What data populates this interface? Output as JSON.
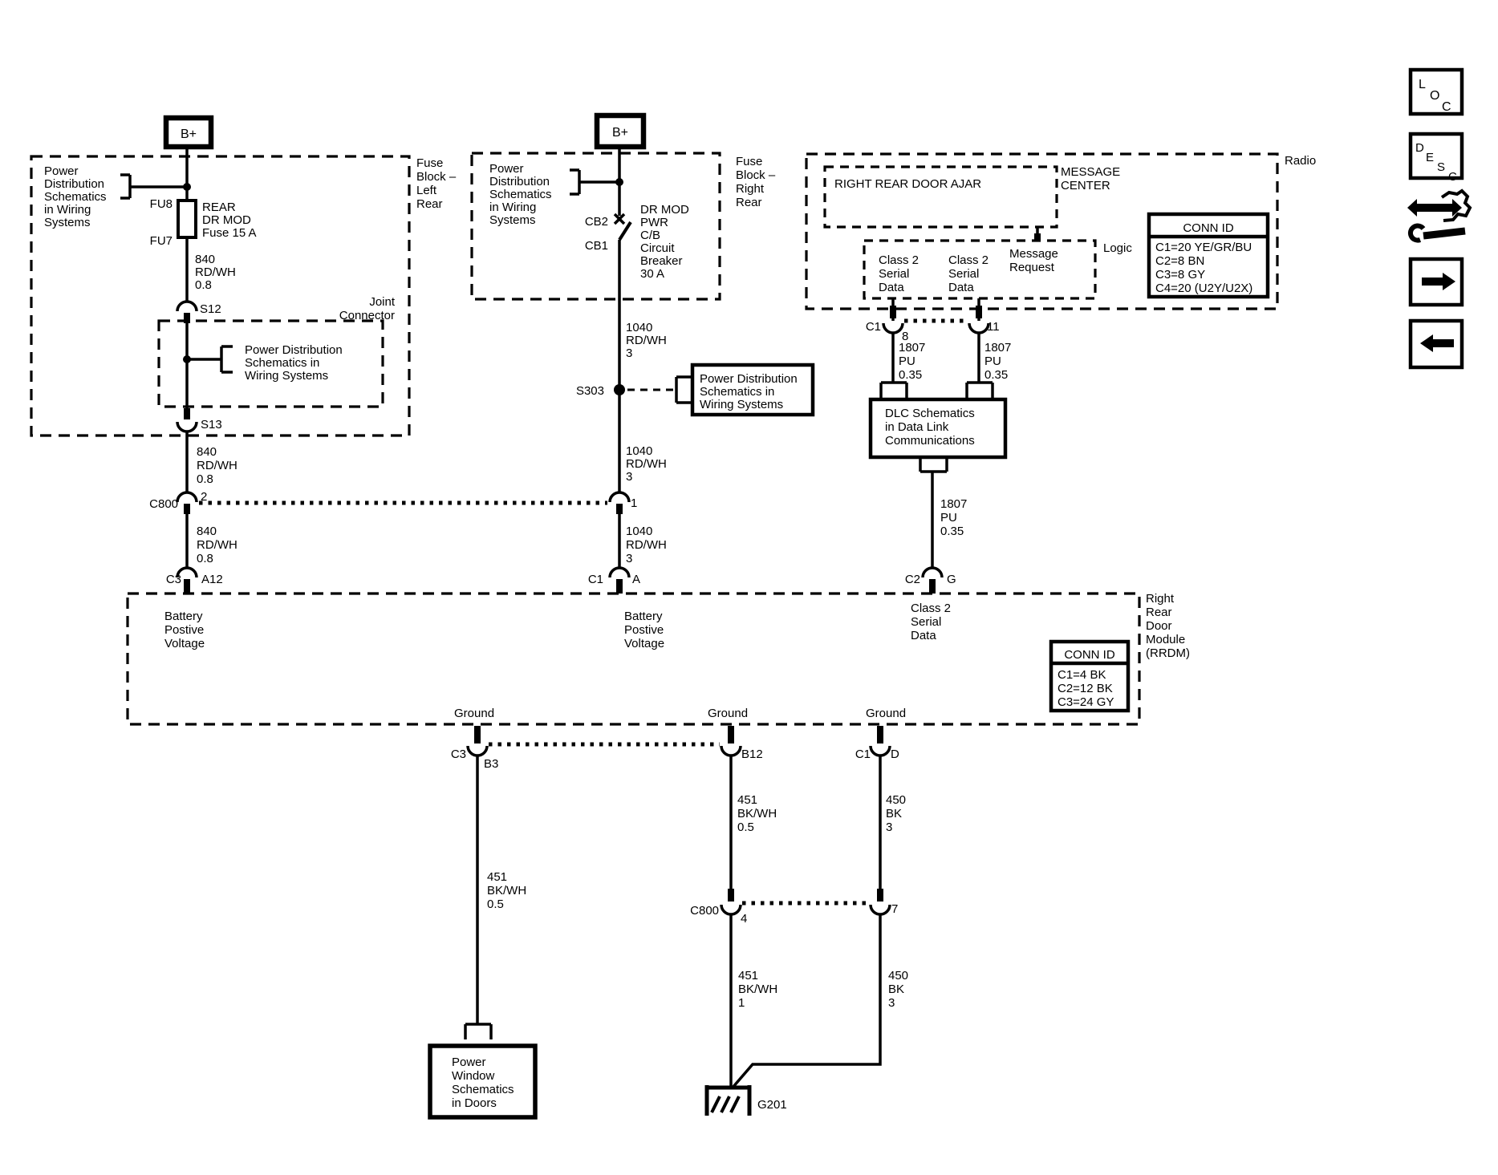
{
  "colors": {
    "ink": "#000000",
    "paper": "#ffffff"
  },
  "toolbar": {
    "loc": [
      "L",
      "O",
      "C"
    ],
    "desc": [
      "D",
      "E",
      "S",
      "C"
    ],
    "icon_names": [
      "loc-button",
      "desc-button",
      "wrench-arrows-icon",
      "next-arrow-button",
      "back-arrow-button"
    ]
  },
  "left": {
    "bplus": "B+",
    "fuse_block": [
      "Fuse",
      "Block –",
      "Left",
      "Rear"
    ],
    "pds": [
      "Power",
      "Distribution",
      "Schematics",
      "in Wiring",
      "Systems"
    ],
    "fu8": "FU8",
    "fu7": "FU7",
    "fuse_name": [
      "REAR",
      "DR MOD",
      "Fuse 15 A"
    ],
    "wire_840": [
      "840",
      "RD/WH",
      "0.8"
    ],
    "s12": "S12",
    "joint": [
      "Joint",
      "Connector"
    ],
    "joint_pds": [
      "Power Distribution",
      "Schematics in",
      "Wiring Systems"
    ],
    "s13": "S13",
    "c800": "C800",
    "pin2": "2",
    "c3": "C3",
    "a12": "A12"
  },
  "middle": {
    "bplus": "B+",
    "fuse_block": [
      "Fuse",
      "Block –",
      "Right",
      "Rear"
    ],
    "pds": [
      "Power",
      "Distribution",
      "Schematics",
      "in Wiring",
      "Systems"
    ],
    "cb2": "CB2",
    "cb1": "CB1",
    "breaker": [
      "DR MOD",
      "PWR",
      "C/B",
      "Circuit",
      "Breaker",
      "30 A"
    ],
    "wire_1040": [
      "1040",
      "RD/WH",
      "3"
    ],
    "s303": "S303",
    "pds_ref": [
      "Power Distribution",
      "Schematics in",
      "Wiring Systems"
    ],
    "pin1": "1",
    "c1": "C1",
    "a": "A"
  },
  "radio": {
    "label": "Radio",
    "door_ajar": "RIGHT REAR DOOR AJAR",
    "message_center": [
      "MESSAGE",
      "CENTER"
    ],
    "logic": "Logic",
    "class2": [
      "Class 2",
      "Serial",
      "Data"
    ],
    "message_request": [
      "Message",
      "Request"
    ],
    "conn_id": {
      "title": "CONN ID",
      "rows": [
        "C1=20 YE/GR/BU",
        "C2=8 BN",
        "C3=8 GY",
        "C4=20 (U2Y/U2X)"
      ]
    },
    "c1": "C1",
    "pin8": "8",
    "pin11": "11",
    "wire_1807": [
      "1807",
      "PU",
      "0.35"
    ],
    "dlc": [
      "DLC Schematics",
      "in Data Link",
      "Communications"
    ],
    "c2": "C2",
    "g": "G"
  },
  "rrdm": {
    "label": [
      "Right",
      "Rear",
      "Door",
      "Module",
      "(RRDM)"
    ],
    "battery": [
      "Battery",
      "Postive",
      "Voltage"
    ],
    "class2": [
      "Class 2",
      "Serial",
      "Data"
    ],
    "ground": "Ground",
    "conn_id": {
      "title": "CONN ID",
      "rows": [
        "C1=4 BK",
        "C2=12 BK",
        "C3=24 GY"
      ]
    }
  },
  "bottom": {
    "c3": "C3",
    "b3": "B3",
    "b12": "B12",
    "c1": "C1",
    "d": "D",
    "wire_451_05": [
      "451",
      "BK/WH",
      "0.5"
    ],
    "wire_450": [
      "450",
      "BK",
      "3"
    ],
    "c800": "C800",
    "pin4": "4",
    "pin7": "7",
    "wire_451_1": [
      "451",
      "BK/WH",
      "1"
    ],
    "power_window": [
      "Power",
      "Window",
      "Schematics",
      "in Doors"
    ],
    "g201": "G201"
  }
}
